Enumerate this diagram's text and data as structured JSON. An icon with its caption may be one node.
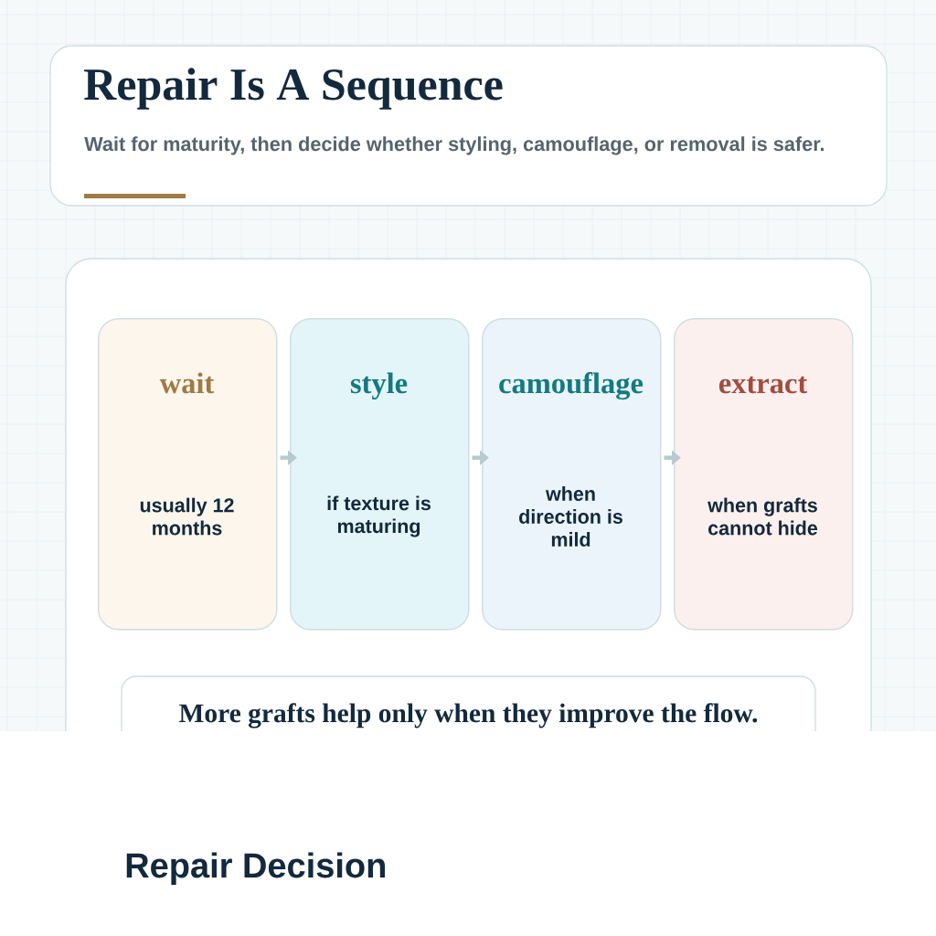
{
  "diagram": {
    "title": "Repair Is A Sequence",
    "nodes": [
      {
        "text": [],
        "shape": "box"
      },
      {
        "text": [
          "wait",
          "usually 12 months"
        ],
        "in": 0
      },
      {
        "text": [
          "style",
          "if texture is maturing"
        ],
        "in": 0
      },
      {
        "text": [
          "camouflage",
          "when direction is mild"
        ],
        "in": 0
      },
      {
        "text": [
          "extract",
          "when grafts cannot hide"
        ],
        "in": 0
      },
      {
        "text": [
          "More grafts help only when they improve the flow."
        ],
        "in": 0
      }
    ],
    "edges": [
      {
        "from": 1,
        "to": 2,
        "arrow": "to"
      },
      {
        "from": 2,
        "to": 3,
        "arrow": "to"
      },
      {
        "from": 3,
        "to": 4,
        "arrow": "to"
      }
    ],
    "labels": [
      "Wait for maturity, then decide whether styling, camouflage, or removal is safer.",
      "Repair Decision"
    ]
  }
}
